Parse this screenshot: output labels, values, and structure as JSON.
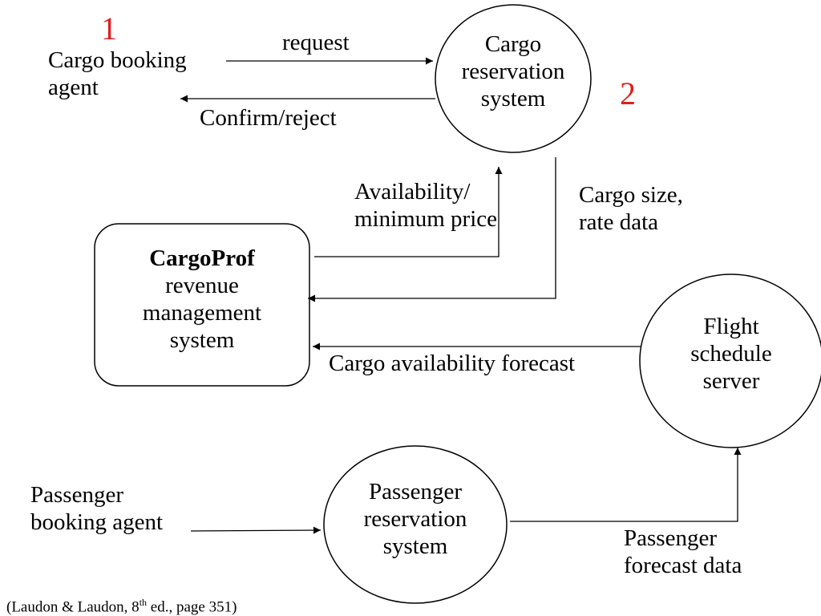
{
  "colors": {
    "marker": "#e0201c",
    "stroke": "#000000",
    "text": "#000000"
  },
  "markers": {
    "one": "1",
    "two": "2"
  },
  "nodes": {
    "cargo_booking_agent": {
      "line1": "Cargo booking",
      "line2": "agent"
    },
    "cargo_reservation_system": {
      "line1": "Cargo",
      "line2": "reservation",
      "line3": "system"
    },
    "cargoprof": {
      "line1": "CargoProf",
      "line2": "revenue",
      "line3": "management",
      "line4": "system"
    },
    "flight_schedule_server": {
      "line1": "Flight",
      "line2": "schedule",
      "line3": "server"
    },
    "passenger_booking_agent": {
      "line1": "Passenger",
      "line2": "booking agent"
    },
    "passenger_reservation_system": {
      "line1": "Passenger",
      "line2": "reservation",
      "line3": "system"
    }
  },
  "flows": {
    "request": "request",
    "confirm_reject": "Confirm/reject",
    "availability": {
      "line1": "Availability/",
      "line2": "minimum price"
    },
    "cargo_size": {
      "line1": "Cargo size,",
      "line2": "rate data"
    },
    "cargo_forecast": "Cargo availability forecast",
    "passenger_forecast": {
      "line1": "Passenger",
      "line2": "forecast data"
    }
  },
  "citation": {
    "pre": "(Laudon & Laudon, 8",
    "sup": "th",
    "post": " ed., page 351)"
  }
}
